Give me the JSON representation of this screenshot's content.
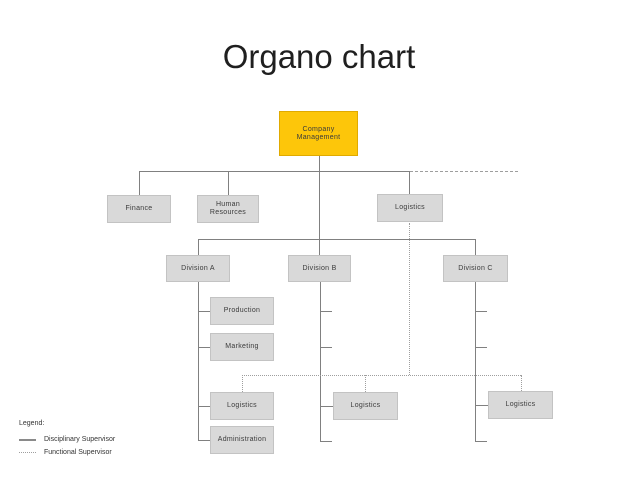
{
  "title": "Organo chart",
  "colors": {
    "root_fill": "#FDC60A",
    "root_border": "#E0AA00",
    "box_fill": "#D9D9D9",
    "box_border": "#C3C3C3",
    "solid_line": "#808080",
    "dotted_line": "#9E9E9E",
    "box_text": "#3B3B3B",
    "title_text": "#1F1F1F"
  },
  "nodes": {
    "company_management": {
      "label": "Company Management"
    },
    "finance": {
      "label": "Finance"
    },
    "human_resources": {
      "label": "Human Resources"
    },
    "logistics_hq": {
      "label": "Logistics"
    },
    "division_a": {
      "label": "Division A"
    },
    "division_b": {
      "label": "Division B"
    },
    "division_c": {
      "label": "Division C"
    },
    "production": {
      "label": "Production"
    },
    "marketing": {
      "label": "Marketing"
    },
    "logistics_a": {
      "label": "Logistics"
    },
    "administration": {
      "label": "Administration"
    },
    "logistics_b": {
      "label": "Logistics"
    },
    "logistics_c": {
      "label": "Logistics"
    }
  },
  "relationships": {
    "disciplinary": [
      {
        "parent": "Company Management",
        "children": [
          "Finance",
          "Human Resources",
          "Logistics",
          "Division A",
          "Division B",
          "Division C"
        ]
      },
      {
        "parent": "Division A",
        "children": [
          "Production",
          "Marketing",
          "Logistics",
          "Administration"
        ]
      },
      {
        "parent": "Division B",
        "children": [
          "Logistics"
        ]
      },
      {
        "parent": "Division C",
        "children": [
          "Logistics"
        ]
      }
    ],
    "functional": [
      {
        "parent": "Logistics",
        "children": [
          "Logistics (Division A)",
          "Logistics (Division B)",
          "Logistics (Division C)"
        ]
      }
    ]
  },
  "legend": {
    "heading": "Legend:",
    "items": [
      {
        "label": "Disciplinary Supervisor",
        "style": "solid"
      },
      {
        "label": "Functional Supervisor",
        "style": "dotted"
      }
    ]
  }
}
